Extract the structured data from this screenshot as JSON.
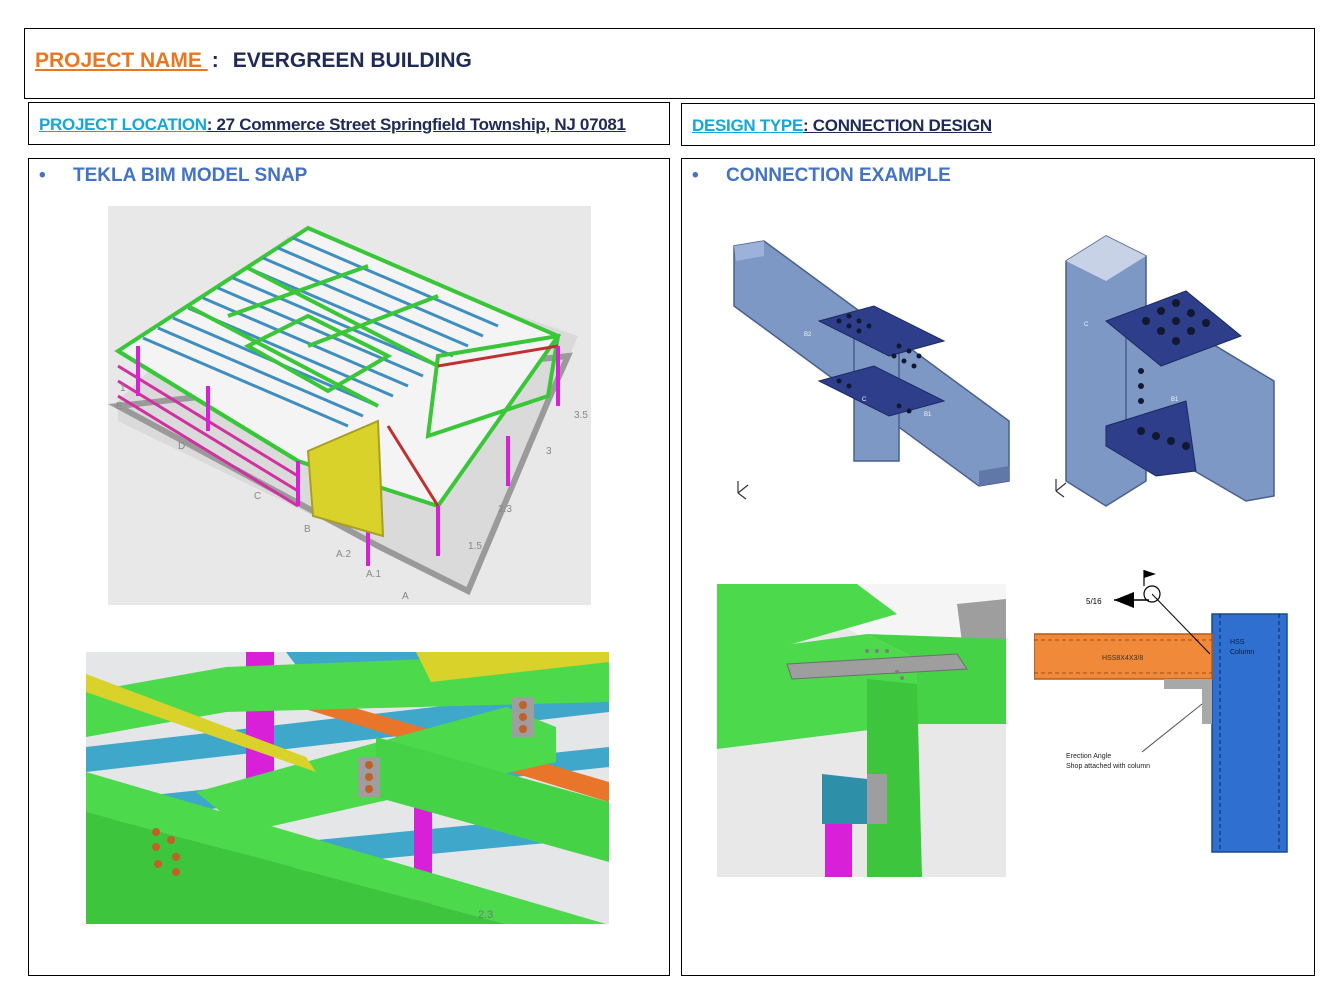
{
  "header": {
    "project_name_label": "PROJECT NAME ",
    "separator": ":",
    "project_name_value": "EVERGREEN BUILDING"
  },
  "location": {
    "label": "PROJECT LOCATION",
    "value": ": 27 Commerce Street Springfield Township, NJ 07081"
  },
  "design_type": {
    "label": "DESIGN TYPE",
    "value": ": CONNECTION DESIGN"
  },
  "left_panel": {
    "bullet": "•",
    "title": "TEKLA BIM MODEL SNAP",
    "grid_labels": [
      "E",
      "D",
      "C",
      "B",
      "A.2",
      "A.1",
      "A",
      "1",
      "1.5",
      "2.3",
      "3",
      "3.5"
    ],
    "detail_grid_label": "2.3"
  },
  "right_panel": {
    "bullet": "•",
    "title": "CONNECTION EXAMPLE",
    "model_tags": [
      "B2",
      "C",
      "B1",
      "C",
      "B1"
    ],
    "weld_size": "5/16",
    "beam_label": "HSS8X4X3/8",
    "column_label_1": "HSS",
    "column_label_2": "Column",
    "angle_note_1": "Erection Angle",
    "angle_note_2": "Shop attached with column"
  },
  "colors": {
    "orange": "#E87722",
    "navy": "#1F2A55",
    "cyan": "#16A6D8",
    "bullet_blue": "#4472C4",
    "steel_green": "#4CD94C",
    "steel_blue": "#3FA7C9",
    "steel_magenta": "#D820D8",
    "steel_yellow": "#D8D22A",
    "connection_blue": "#6F8FC0",
    "plate_navy": "#2E3E8A",
    "hss_blue": "#2F6FD0",
    "hss_orange": "#F08A3A"
  }
}
